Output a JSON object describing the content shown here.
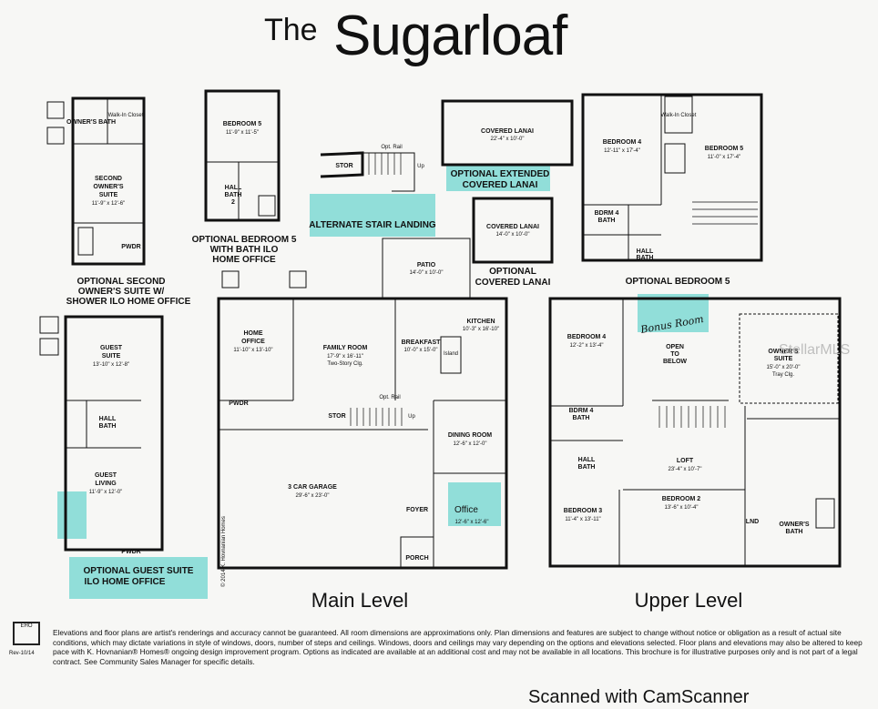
{
  "title": {
    "prefix": "The",
    "name": "Sugarloaf"
  },
  "levels": {
    "main": "Main Level",
    "upper": "Upper Level"
  },
  "captions": {
    "opt_second_owner": [
      "OPTIONAL SECOND",
      "OWNER'S SUITE W/",
      "SHOWER ILO HOME OFFICE"
    ],
    "opt_bedroom5_bath": [
      "OPTIONAL BEDROOM 5",
      "WITH BATH ILO",
      "HOME OFFICE"
    ],
    "alt_stair": "ALTERNATE STAIR LANDING",
    "opt_ext_lanai": [
      "OPTIONAL EXTENDED",
      "COVERED LANAI"
    ],
    "opt_covered_lanai": [
      "OPTIONAL",
      "COVERED LANAI"
    ],
    "opt_bedroom5": "OPTIONAL BEDROOM 5",
    "opt_guest_suite": [
      "OPTIONAL GUEST SUITE",
      "ILO HOME OFFICE"
    ]
  },
  "rooms": {
    "owners_bath_opt": "OWNER'S BATH",
    "walkin_closet": "Walk-In Closet",
    "second_owner": [
      "SECOND",
      "OWNER'S",
      "SUITE"
    ],
    "second_owner_dim": "11'-9\" x 12'-6\"",
    "bedroom5_opt": "BEDROOM 5",
    "bedroom5_opt_dim": "11'-9\" x 11'-5\"",
    "hall_bath2": [
      "HALL",
      "BATH",
      "2"
    ],
    "stor": "STOR",
    "opt_rail": "Opt. Rail",
    "up": "Up",
    "covered_lanai_ext": "COVERED LANAI",
    "covered_lanai_ext_dim": "22'-4\" x 10'-0\"",
    "covered_lanai": "COVERED LANAI",
    "covered_lanai_dim": "14'-0\" x 10'-0\"",
    "patio": "PATIO",
    "patio_dim": "14'-0\" x 10'-0\"",
    "bedroom4_opt": "BEDROOM 4",
    "bedroom4_opt_dim": "12'-11\" x 17'-4\"",
    "bedroom5_up": "BEDROOM 5",
    "bedroom5_up_dim": "11'-0\" x 17'-4\"",
    "bdrm4_bath": [
      "BDRM 4",
      "BATH"
    ],
    "hall_bath": [
      "HALL",
      "BATH"
    ],
    "guest_suite": [
      "GUEST",
      "SUITE"
    ],
    "guest_suite_dim": "13'-10\" x 12'-8\"",
    "guest_living": [
      "GUEST",
      "LIVING"
    ],
    "guest_living_dim": "11'-9\" x 12'-0\"",
    "pwdr": "PWDR",
    "home_office": [
      "HOME",
      "OFFICE"
    ],
    "home_office_dim": "11'-10\" x 13'-10\"",
    "family_room": "FAMILY ROOM",
    "family_room_dim": [
      "17'-9\" x 16'-11\"",
      "Two-Story Clg."
    ],
    "breakfast": "BREAKFAST",
    "breakfast_dim": "10'-0\" x 15'-0\"",
    "kitchen": "KITCHEN",
    "kitchen_dim": "10'-3\" x 16'-10\"",
    "island": "Island",
    "dining_room": "DINING ROOM",
    "dining_room_dim": "12'-6\" x 12'-0\"",
    "garage": "3 CAR GARAGE",
    "garage_dim": "29'-6\" x 23'-0\"",
    "foyer": "FOYER",
    "porch": "PORCH",
    "office_dim": "12'-6\" x 12'-6\"",
    "office_handwritten": "Office",
    "bedroom4_up": "BEDROOM 4",
    "bedroom4_up_dim": "12'-2\" x 13'-4\"",
    "open_below": [
      "OPEN",
      "TO",
      "BELOW"
    ],
    "owners_suite": [
      "OWNER'S",
      "SUITE"
    ],
    "owners_suite_dim": [
      "15'-0\" x 20'-0\"",
      "Tray Clg."
    ],
    "loft": "LOFT",
    "loft_dim": "23'-4\" x 10'-7\"",
    "bedroom3": "BEDROOM 3",
    "bedroom3_dim": "11'-4\" x 13'-11\"",
    "bedroom2": "BEDROOM 2",
    "bedroom2_dim": "13'-6\" x 10'-4\"",
    "lnd": "LND",
    "owners_bath": [
      "OWNER'S",
      "BATH"
    ],
    "bonus_handwritten": "Bonus Room",
    "copyright": "© 2014 K. Hovnanian Homes"
  },
  "disclaimer": "Elevations and floor plans are artist's renderings and accuracy cannot be guaranteed. All room dimensions are approximations only. Plan dimensions and features are subject to change without notice or obligation as a result of actual site conditions, which may dictate variations in style of windows, doors, number of steps and ceilings. Windows, doors and ceilings may vary depending on the options and elevations selected. Floor plans and elevations may also be altered to keep pace with K. Hovnanian® Homes® ongoing design improvement program. Options as indicated are available at an additional cost and may not be available in all locations. This brochure is for illustrative purposes only and is not part of a legal contract. See Community Sales Manager for specific details.",
  "footer": {
    "scanned": "Scanned with CamScanner",
    "rev": "Rev-10/14",
    "eho": "EHO",
    "watermark": "StellarMLS"
  },
  "colors": {
    "highlight": "#7fd9d3",
    "wall": "#111111"
  }
}
